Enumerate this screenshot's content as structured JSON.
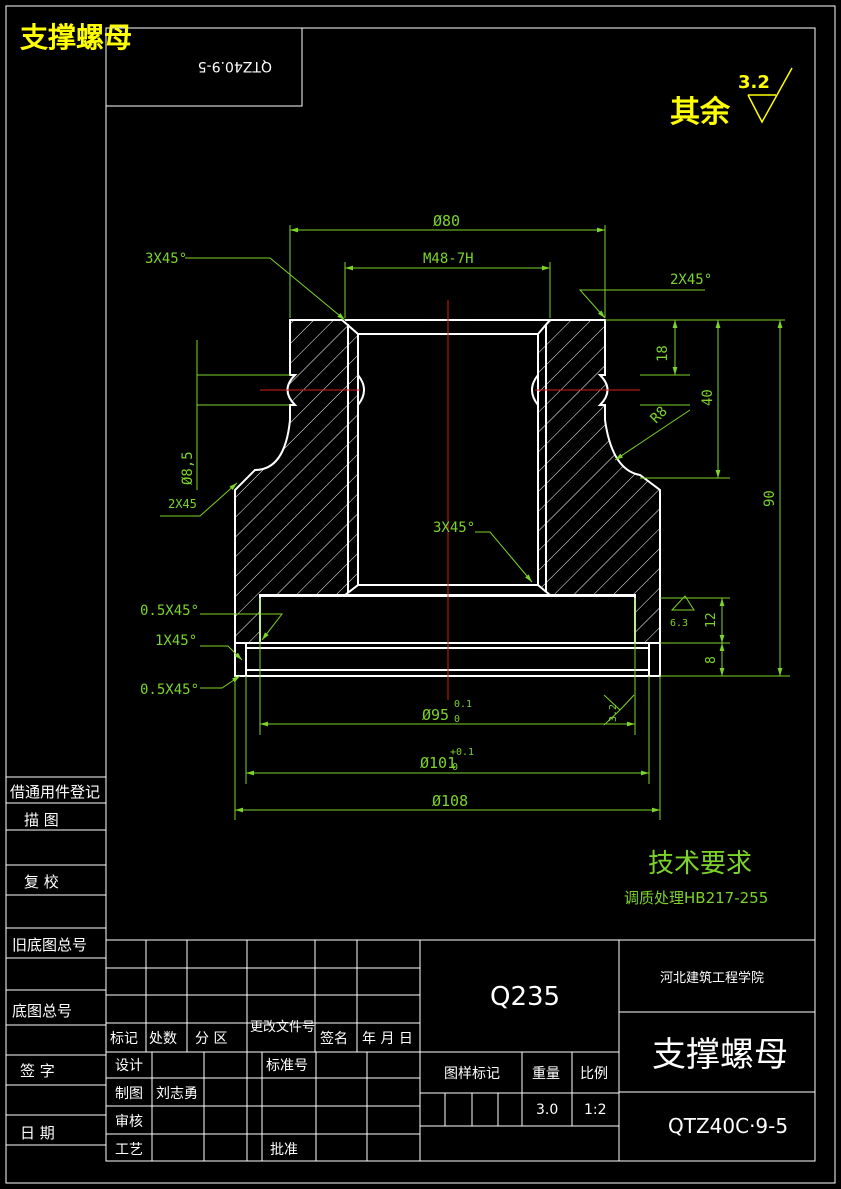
{
  "header": {
    "title": "支撑螺母",
    "corner_code_rotated": "QTZ40.9-5"
  },
  "roughness": {
    "label": "其余",
    "value": "3.2"
  },
  "dimensions": {
    "d80": "Ø80",
    "m48": "M48-7H",
    "chamfer_3x45_top": "3X45°",
    "chamfer_2x45_right": "2X45°",
    "h18": "18",
    "h40": "40",
    "h90": "90",
    "r8": "R8",
    "d8_5": "Ø8,5",
    "chamfer_2x45_left": "2X45",
    "chamfer_3x45_inner": "3X45°",
    "chamfer_05x45_a": "0.5X45°",
    "chamfer_1x45": "1X45°",
    "chamfer_05x45_b": "0.5X45°",
    "h12": "12",
    "h8": "8",
    "rough_63": "6.3",
    "rough_32": "3.2",
    "d95": "Ø95",
    "d95_tol_upper": "0.1",
    "d95_tol_lower": "0",
    "d101": "Ø101",
    "d101_tol_upper": "+0.1",
    "d101_tol_lower": "0",
    "d108": "Ø108"
  },
  "tech_requirements": {
    "title": "技术要求",
    "item": "调质处理HB217-255"
  },
  "left_strip": {
    "items": [
      "借通用件登记",
      "描  图",
      "复  校",
      "旧底图总号",
      "底图总号",
      "签  字",
      "日  期"
    ]
  },
  "title_block": {
    "revision_headers": [
      "标记",
      "处数",
      "分 区",
      "更改文件号",
      "签名",
      "年 月 日"
    ],
    "role_design": "设计",
    "role_standard": "标准号",
    "role_draft": "制图",
    "drafter_name": "刘志勇",
    "role_review": "审核",
    "role_process": "工艺",
    "role_approve": "批准",
    "material": "Q235",
    "stage_label": "图样标记",
    "weight_label": "重量",
    "scale_label": "比例",
    "weight_value": "3.0",
    "scale_value": "1:2",
    "institution": "河北建筑工程学院",
    "part_name": "支撑螺母",
    "drawing_number": "QTZ40C·9-5"
  }
}
